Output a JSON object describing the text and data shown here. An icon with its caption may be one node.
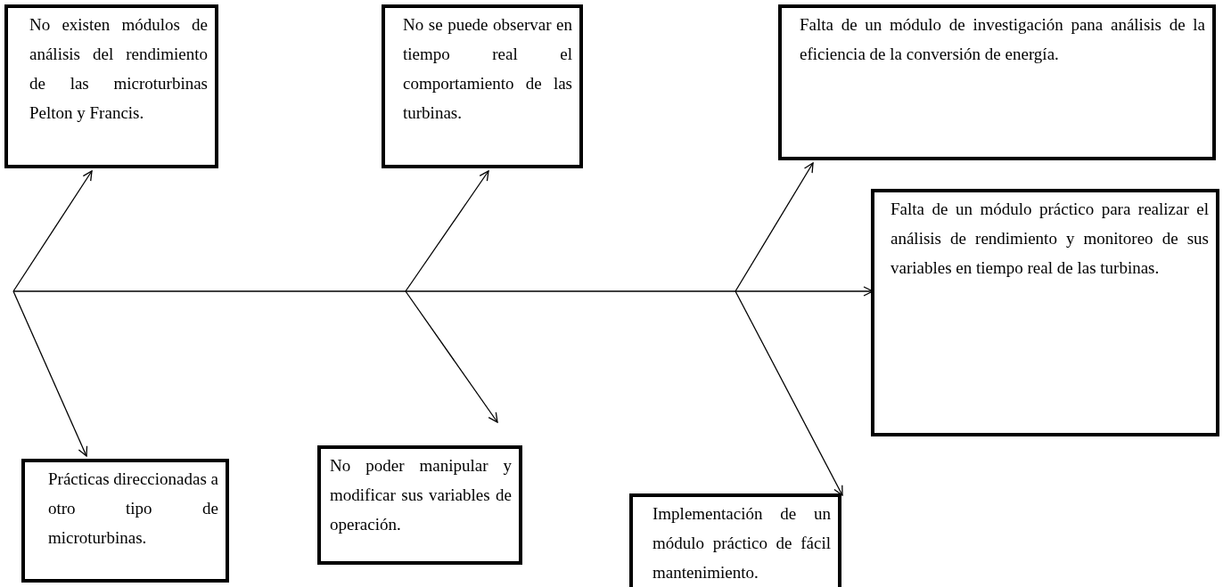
{
  "diagram": {
    "nodes": [
      {
        "text": [
          "No existen módulos de análisis del rendimiento de las microturbinas Pelton y Francis."
        ]
      },
      {
        "text": [
          "No se puede observar en tiempo real el comportamiento de las turbinas."
        ]
      },
      {
        "text": [
          "Falta de un módulo de investigación pana análisis de la eficiencia de la conversión de energía."
        ]
      },
      {
        "text": [
          "Falta de un módulo práctico para realizar el análisis de rendimiento y monitoreo de sus variables en tiempo real de las turbinas."
        ]
      },
      {
        "text": [
          "Prácticas direccionadas a otro tipo de microturbinas."
        ]
      },
      {
        "text": [
          "No poder manipular y modificar sus variables de operación."
        ]
      },
      {
        "text": [
          "Implementación de un módulo práctico de fácil mantenimiento."
        ]
      }
    ],
    "edges": [
      {
        "from": null,
        "to": 3,
        "arrow": "to"
      },
      {
        "from": null,
        "to": 0,
        "arrow": "to"
      },
      {
        "from": null,
        "to": 4,
        "arrow": "to"
      },
      {
        "from": null,
        "to": 1,
        "arrow": "to"
      },
      {
        "from": null,
        "to": 5,
        "arrow": "to"
      },
      {
        "from": null,
        "to": 2,
        "arrow": "to"
      },
      {
        "from": null,
        "to": 6,
        "arrow": "to"
      }
    ]
  }
}
